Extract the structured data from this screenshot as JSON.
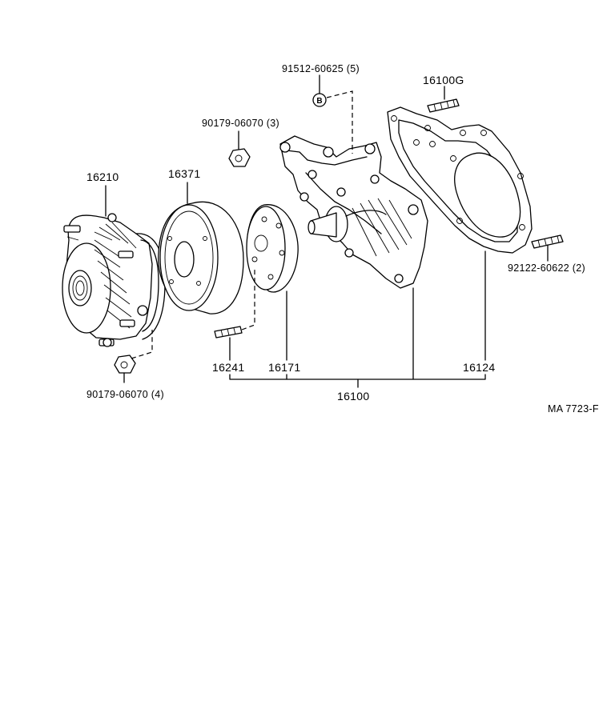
{
  "diagram_code": "MA 7723-F",
  "labels": {
    "bolt_91512": "91512-60625 (5)",
    "stud_16100g": "16100G",
    "nut_90179_top": "90179-06070 (3)",
    "coupling_16210": "16210",
    "pulley_16371": "16371",
    "stud_92122": "92122-60622 (2)",
    "stud_16241": "16241",
    "seat_16171": "16171",
    "gasket_16124": "16124",
    "nut_90179_bottom": "90179-06070 (4)",
    "assy_16100": "16100"
  },
  "symbol_b": "B"
}
